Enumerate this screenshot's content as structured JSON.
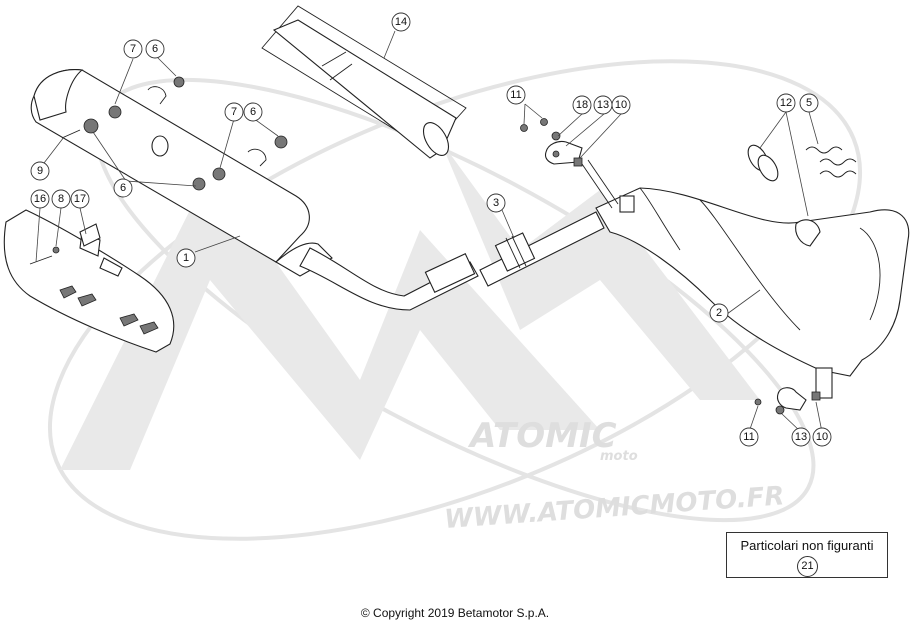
{
  "watermark": {
    "brand": "ATOMIC",
    "sub": "moto",
    "url": "WWW.ATOMICMOTO.FR"
  },
  "callouts": {
    "c1": "1",
    "c2": "2",
    "c3": "3",
    "c5": "5",
    "c6a": "6",
    "c6b": "6",
    "c6c": "6",
    "c7a": "7",
    "c7b": "7",
    "c8": "8",
    "c9": "9",
    "c10a": "10",
    "c10b": "10",
    "c11a": "11",
    "c11b": "11",
    "c12": "12",
    "c13a": "13",
    "c13b": "13",
    "c14": "14",
    "c16": "16",
    "c17": "17",
    "c18": "18"
  },
  "legend": {
    "title": "Particolari non figuranti",
    "number": "21"
  },
  "copyright": "© Copyright 2019 Betamotor S.p.A."
}
